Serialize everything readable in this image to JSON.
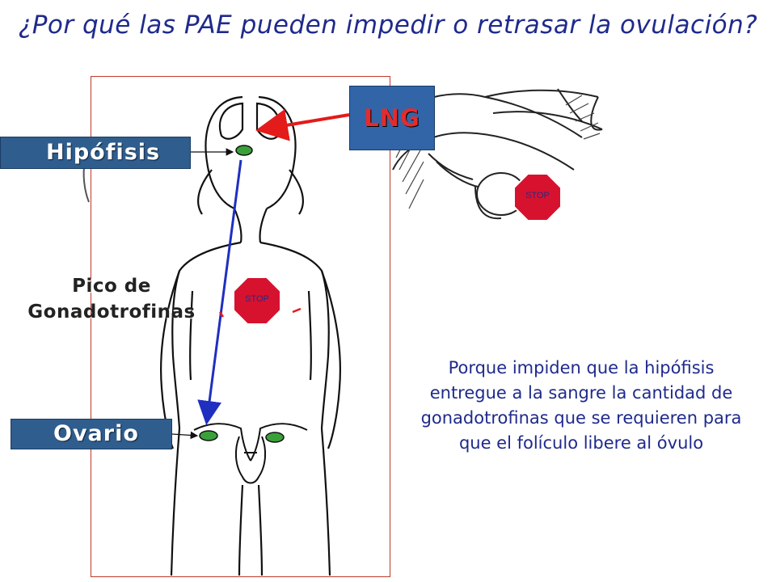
{
  "title": "¿Por qué las PAE pueden impedir o retrasar la ovulación?",
  "labels": {
    "hipofisis": "Hipófisis",
    "ovario": "Ovario",
    "lng": "LNG",
    "pico_line1": "Pico de",
    "pico_line2": "Gonadotrofinas"
  },
  "stop_signs": {
    "text": "STOP"
  },
  "explanation": "Porque impiden que la hipófisis entregue a la sangre la cantidad de gonadotrofinas que se requieren para que el folículo libere al óvulo",
  "colors": {
    "title": "#1f2a8c",
    "label_box": "#2f5d8e",
    "lng_text": "#e52b2b",
    "stop": "#d7122f",
    "arrow_red": "#e31b1b",
    "arrow_blue": "#1f2fbf"
  }
}
